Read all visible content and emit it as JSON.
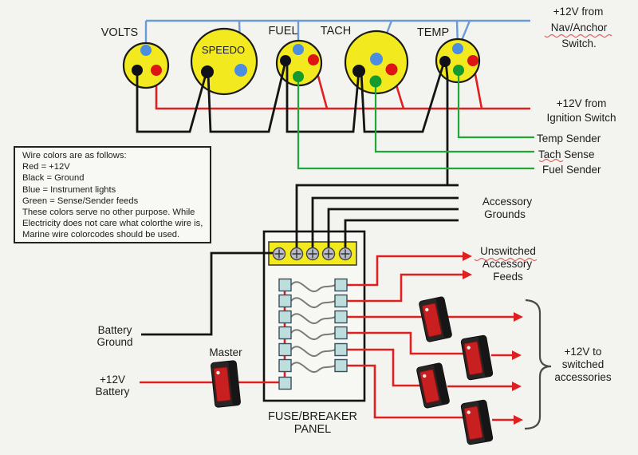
{
  "colors": {
    "background": "#f3f3ef",
    "text": "#1c1c1c",
    "wire_red": "#e02020",
    "wire_black": "#141414",
    "wire_blue": "#6b9bd8",
    "wire_green": "#1ea83a",
    "gauge_fill": "#f2e91e",
    "gauge_stroke": "#1a1a1a",
    "post_blue": "#4b8de0",
    "post_red": "#dd1515",
    "post_green": "#149a2e",
    "post_black": "#101018",
    "terminal_strip": "#f2e91e",
    "screw": "#b9bcc6",
    "fuse_square": "#bedddd",
    "switch_body": "#262626",
    "switch_rocker": "#c82020",
    "squiggle": "#e06060"
  },
  "gauges": [
    {
      "label": "VOLTS"
    },
    {
      "label": "SPEEDO"
    },
    {
      "label": "FUEL"
    },
    {
      "label": "TACH"
    },
    {
      "label": "TEMP"
    }
  ],
  "legend": {
    "lines": [
      "Wire colors are as follows:",
      "Red = +12V",
      "Black = Ground",
      "Blue = Instrument lights",
      "Green = Sense/Sender feeds",
      "These colors serve no other purpose. While",
      "Electricity does not care what colorthe wire is,",
      "Marine wire colorcodes should be used."
    ]
  },
  "labels": {
    "nav_switch": [
      "+12V from",
      "Nav/Anchor",
      "Switch."
    ],
    "ignition_switch": [
      "+12V from",
      "Ignition Switch"
    ],
    "temp_sender": "Temp Sender",
    "tach_sense": "Tach Sense",
    "fuel_sender": "Fuel Sender",
    "accessory_grounds": [
      "Accessory",
      "Grounds"
    ],
    "unswitched_feeds": [
      "Unswitched",
      "Accessory",
      "Feeds"
    ],
    "switched_accessories": [
      "+12V to",
      "switched",
      "accessories"
    ],
    "battery_ground": [
      "Battery",
      "Ground"
    ],
    "battery_12v": [
      "+12V",
      "Battery"
    ],
    "master": "Master",
    "fuse_panel": [
      "FUSE/BREAKER",
      "PANEL"
    ]
  }
}
